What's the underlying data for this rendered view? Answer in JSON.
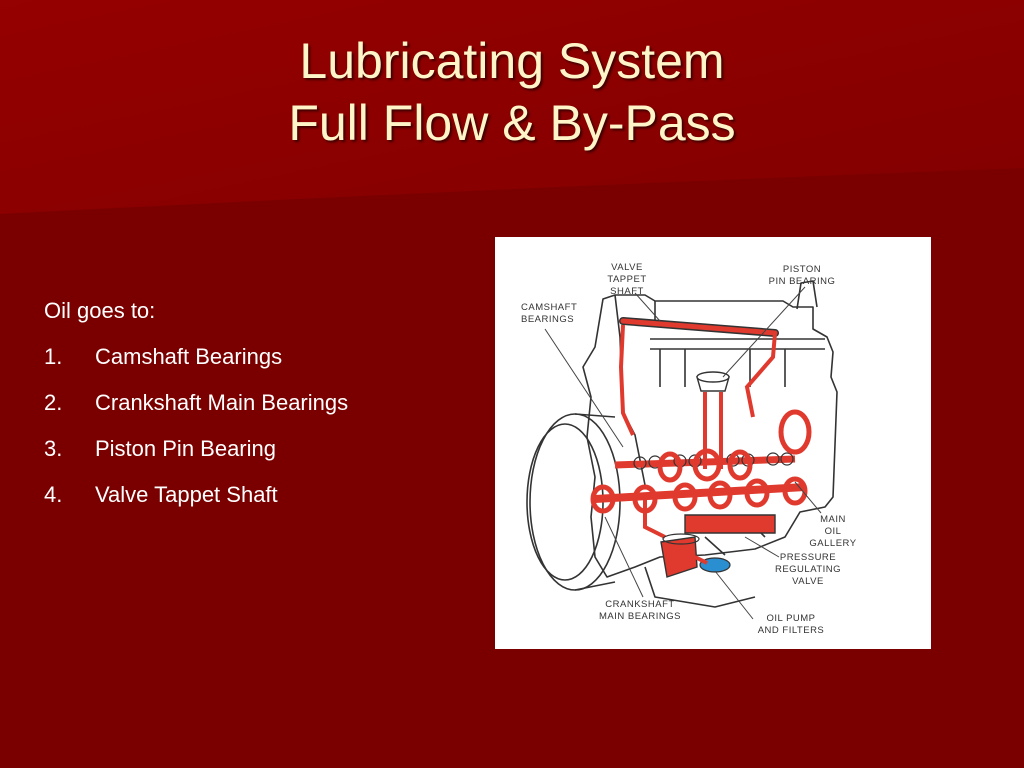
{
  "slide": {
    "title_line1": "Lubricating System",
    "title_line2": "Full Flow & By-Pass",
    "intro": "Oil goes to:",
    "items": [
      {
        "num": "1.",
        "text": "Camshaft Bearings"
      },
      {
        "num": "2.",
        "text": "Crankshaft Main Bearings"
      },
      {
        "num": "3.",
        "text": "Piston Pin Bearing"
      },
      {
        "num": "4.",
        "text": "Valve Tappet Shaft"
      }
    ]
  },
  "diagram": {
    "labels": {
      "valve_1": "VALVE",
      "valve_2": "TAPPET",
      "valve_3": "SHAFT",
      "piston_1": "PISTON",
      "piston_2": "PIN BEARING",
      "camshaft_1": "CAMSHAFT",
      "camshaft_2": "BEARINGS",
      "main_1": "MAIN",
      "main_2": "OIL",
      "main_3": "GALLERY",
      "pressure_1": "PRESSURE",
      "pressure_2": "REGULATING",
      "pressure_3": "VALVE",
      "crank_1": "CRANKSHAFT",
      "crank_2": "MAIN BEARINGS",
      "pump_1": "OIL PUMP",
      "pump_2": "AND FILTERS"
    }
  },
  "colors": {
    "background": "#7a0000",
    "title": "#fff5c8",
    "text": "#ffffff",
    "oil": "#e03a2e",
    "pressure_valve": "#2a8fd0"
  }
}
